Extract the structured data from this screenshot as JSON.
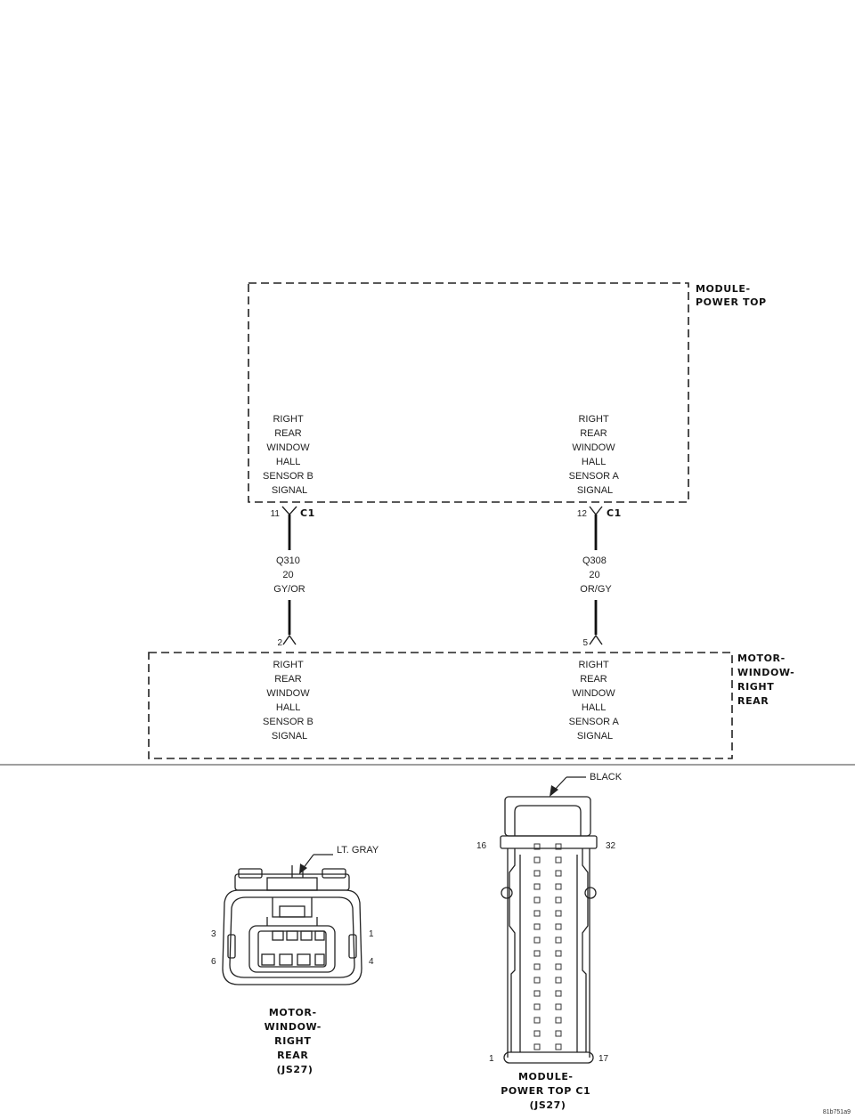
{
  "module_power_top": {
    "label_lines": [
      "MODULE-",
      "POWER TOP"
    ],
    "left_signal_lines": [
      "RIGHT",
      "REAR",
      "WINDOW",
      "HALL",
      "SENSOR B",
      "SIGNAL"
    ],
    "right_signal_lines": [
      "RIGHT",
      "REAR",
      "WINDOW",
      "HALL",
      "SENSOR A",
      "SIGNAL"
    ],
    "left_pin": "11",
    "right_pin": "12",
    "connector_id": "C1"
  },
  "wires": [
    {
      "circuit": "Q310",
      "gauge": "20",
      "color": "GY/OR"
    },
    {
      "circuit": "Q308",
      "gauge": "20",
      "color": "OR/GY"
    }
  ],
  "motor_window_right_rear": {
    "label_lines": [
      "MOTOR-",
      "WINDOW-",
      "RIGHT",
      "REAR"
    ],
    "left_pin": "2",
    "right_pin": "5",
    "left_signal_lines": [
      "RIGHT",
      "REAR",
      "WINDOW",
      "HALL",
      "SENSOR B",
      "SIGNAL"
    ],
    "right_signal_lines": [
      "RIGHT",
      "REAR",
      "WINDOW",
      "HALL",
      "SENSOR A",
      "SIGNAL"
    ]
  },
  "connector_motor": {
    "color_label": "LT. GRAY",
    "pin_labels": {
      "top_left": "3",
      "top_right": "1",
      "bottom_left": "6",
      "bottom_right": "4"
    },
    "caption_lines": [
      "MOTOR-",
      "WINDOW-",
      "RIGHT",
      "REAR",
      "(JS27)"
    ]
  },
  "connector_module": {
    "color_label": "BLACK",
    "pin_labels": {
      "top_left": "16",
      "top_right": "32",
      "bottom_left": "1",
      "bottom_right": "17"
    },
    "caption_lines": [
      "MODULE-",
      "POWER TOP C1",
      "(JS27)"
    ]
  },
  "figure_id": "81b751a9"
}
